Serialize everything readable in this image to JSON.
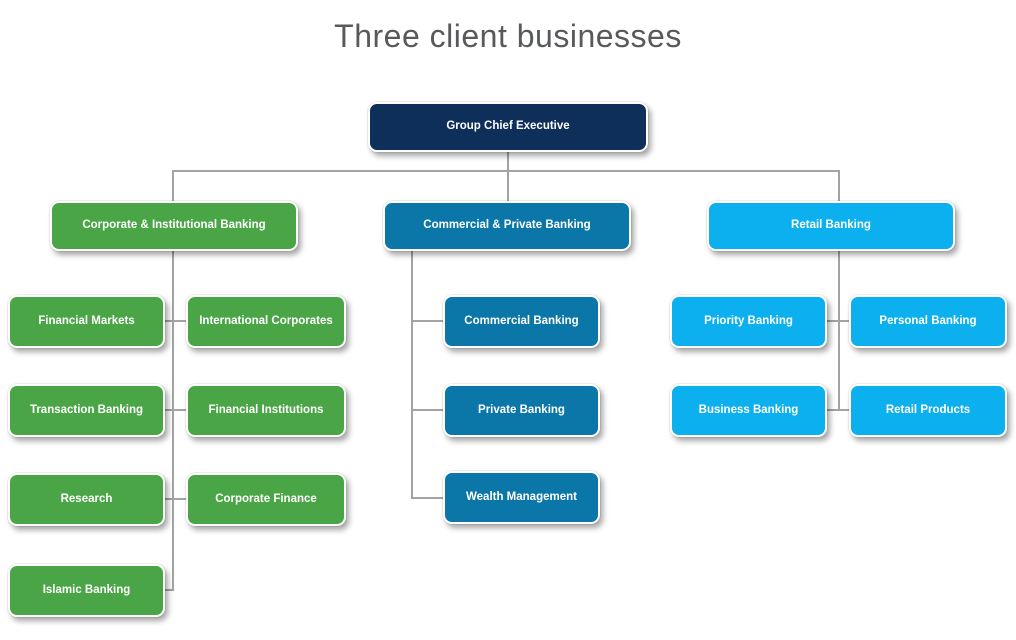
{
  "title": "Three client businesses",
  "colors": {
    "navy": "#0e2f5a",
    "green": "#4aa546",
    "blue": "#0b76a8",
    "lightblue": "#0cb0ee",
    "line": "#a3a3a3",
    "titlecolor": "#58595b"
  },
  "org": {
    "root": {
      "label": "Group Chief Executive"
    },
    "branches": [
      {
        "label": "Corporate & Institutional Banking",
        "children": [
          {
            "label": "Financial Markets"
          },
          {
            "label": "International Corporates"
          },
          {
            "label": "Transaction Banking"
          },
          {
            "label": "Financial Institutions"
          },
          {
            "label": "Research"
          },
          {
            "label": "Corporate Finance"
          },
          {
            "label": "Islamic Banking"
          }
        ]
      },
      {
        "label": "Commercial & Private Banking",
        "children": [
          {
            "label": "Commercial  Banking"
          },
          {
            "label": "Private Banking"
          },
          {
            "label": "Wealth Management"
          }
        ]
      },
      {
        "label": "Retail Banking",
        "children": [
          {
            "label": "Priority Banking"
          },
          {
            "label": "Personal Banking"
          },
          {
            "label": "Business Banking"
          },
          {
            "label": "Retail Products"
          }
        ]
      }
    ]
  }
}
